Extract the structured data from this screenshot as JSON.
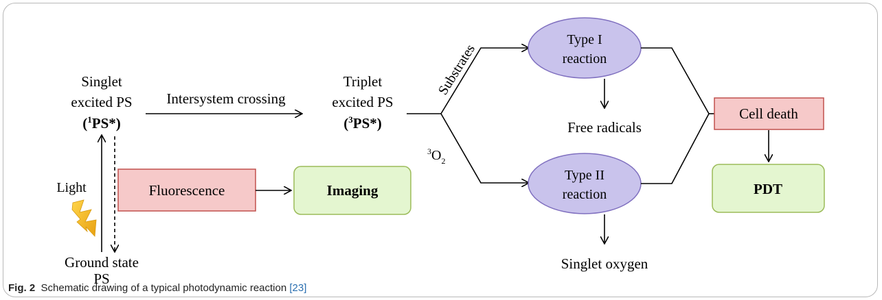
{
  "diagram": {
    "singlet": {
      "line1": "Singlet",
      "line2": "excited PS",
      "sym_open": "(",
      "sym_sup": "1",
      "sym_rest": "PS*)"
    },
    "isc_label": "Intersystem crossing",
    "triplet": {
      "line1": "Triplet",
      "line2": "excited PS",
      "sym_open": "(",
      "sym_sup": "3",
      "sym_rest": "PS*)"
    },
    "substrates_label": "Substrates",
    "oxygen_label": {
      "sup": "3",
      "base": "O",
      "sub": "2"
    },
    "type1": {
      "line1": "Type I",
      "line2": "reaction"
    },
    "type2": {
      "line1": "Type II",
      "line2": "reaction"
    },
    "free_radicals": "Free radicals",
    "singlet_oxygen": "Singlet oxygen",
    "cell_death": "Cell death",
    "pdt": "PDT",
    "fluorescence": "Fluorescence",
    "imaging": "Imaging",
    "light": "Light",
    "ground": {
      "line1": "Ground state",
      "line2": "PS"
    }
  },
  "colors": {
    "pink_box": "#f6c9c9",
    "pink_border": "#c0504d",
    "green_box": "#e4f6d0",
    "green_border": "#9bbb59",
    "ellipse_fill": "#c9c3ec",
    "ellipse_border": "#7f6fbf",
    "bolt": "#f2b81c"
  },
  "caption": {
    "label": "Fig. 2",
    "text": "Schematic drawing of a typical photodynamic reaction",
    "ref": "[23]"
  }
}
